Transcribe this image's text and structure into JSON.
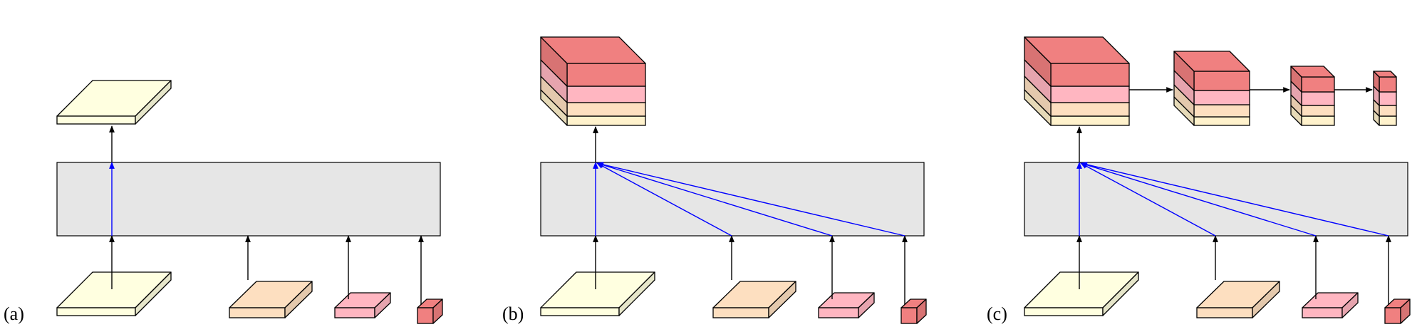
{
  "panels": [
    {
      "label": "(a)"
    },
    {
      "label": "(b)"
    },
    {
      "label": "(c)"
    }
  ],
  "colors": {
    "level1": "#ffffe0",
    "level2": "#fddfc0",
    "level3": "#ffb6c1",
    "level4": "#f08080",
    "level1_stack": "#fff2cc",
    "fusion_box": "#e6e6e6",
    "connection": "#0000ff",
    "arrow": "#000000"
  }
}
